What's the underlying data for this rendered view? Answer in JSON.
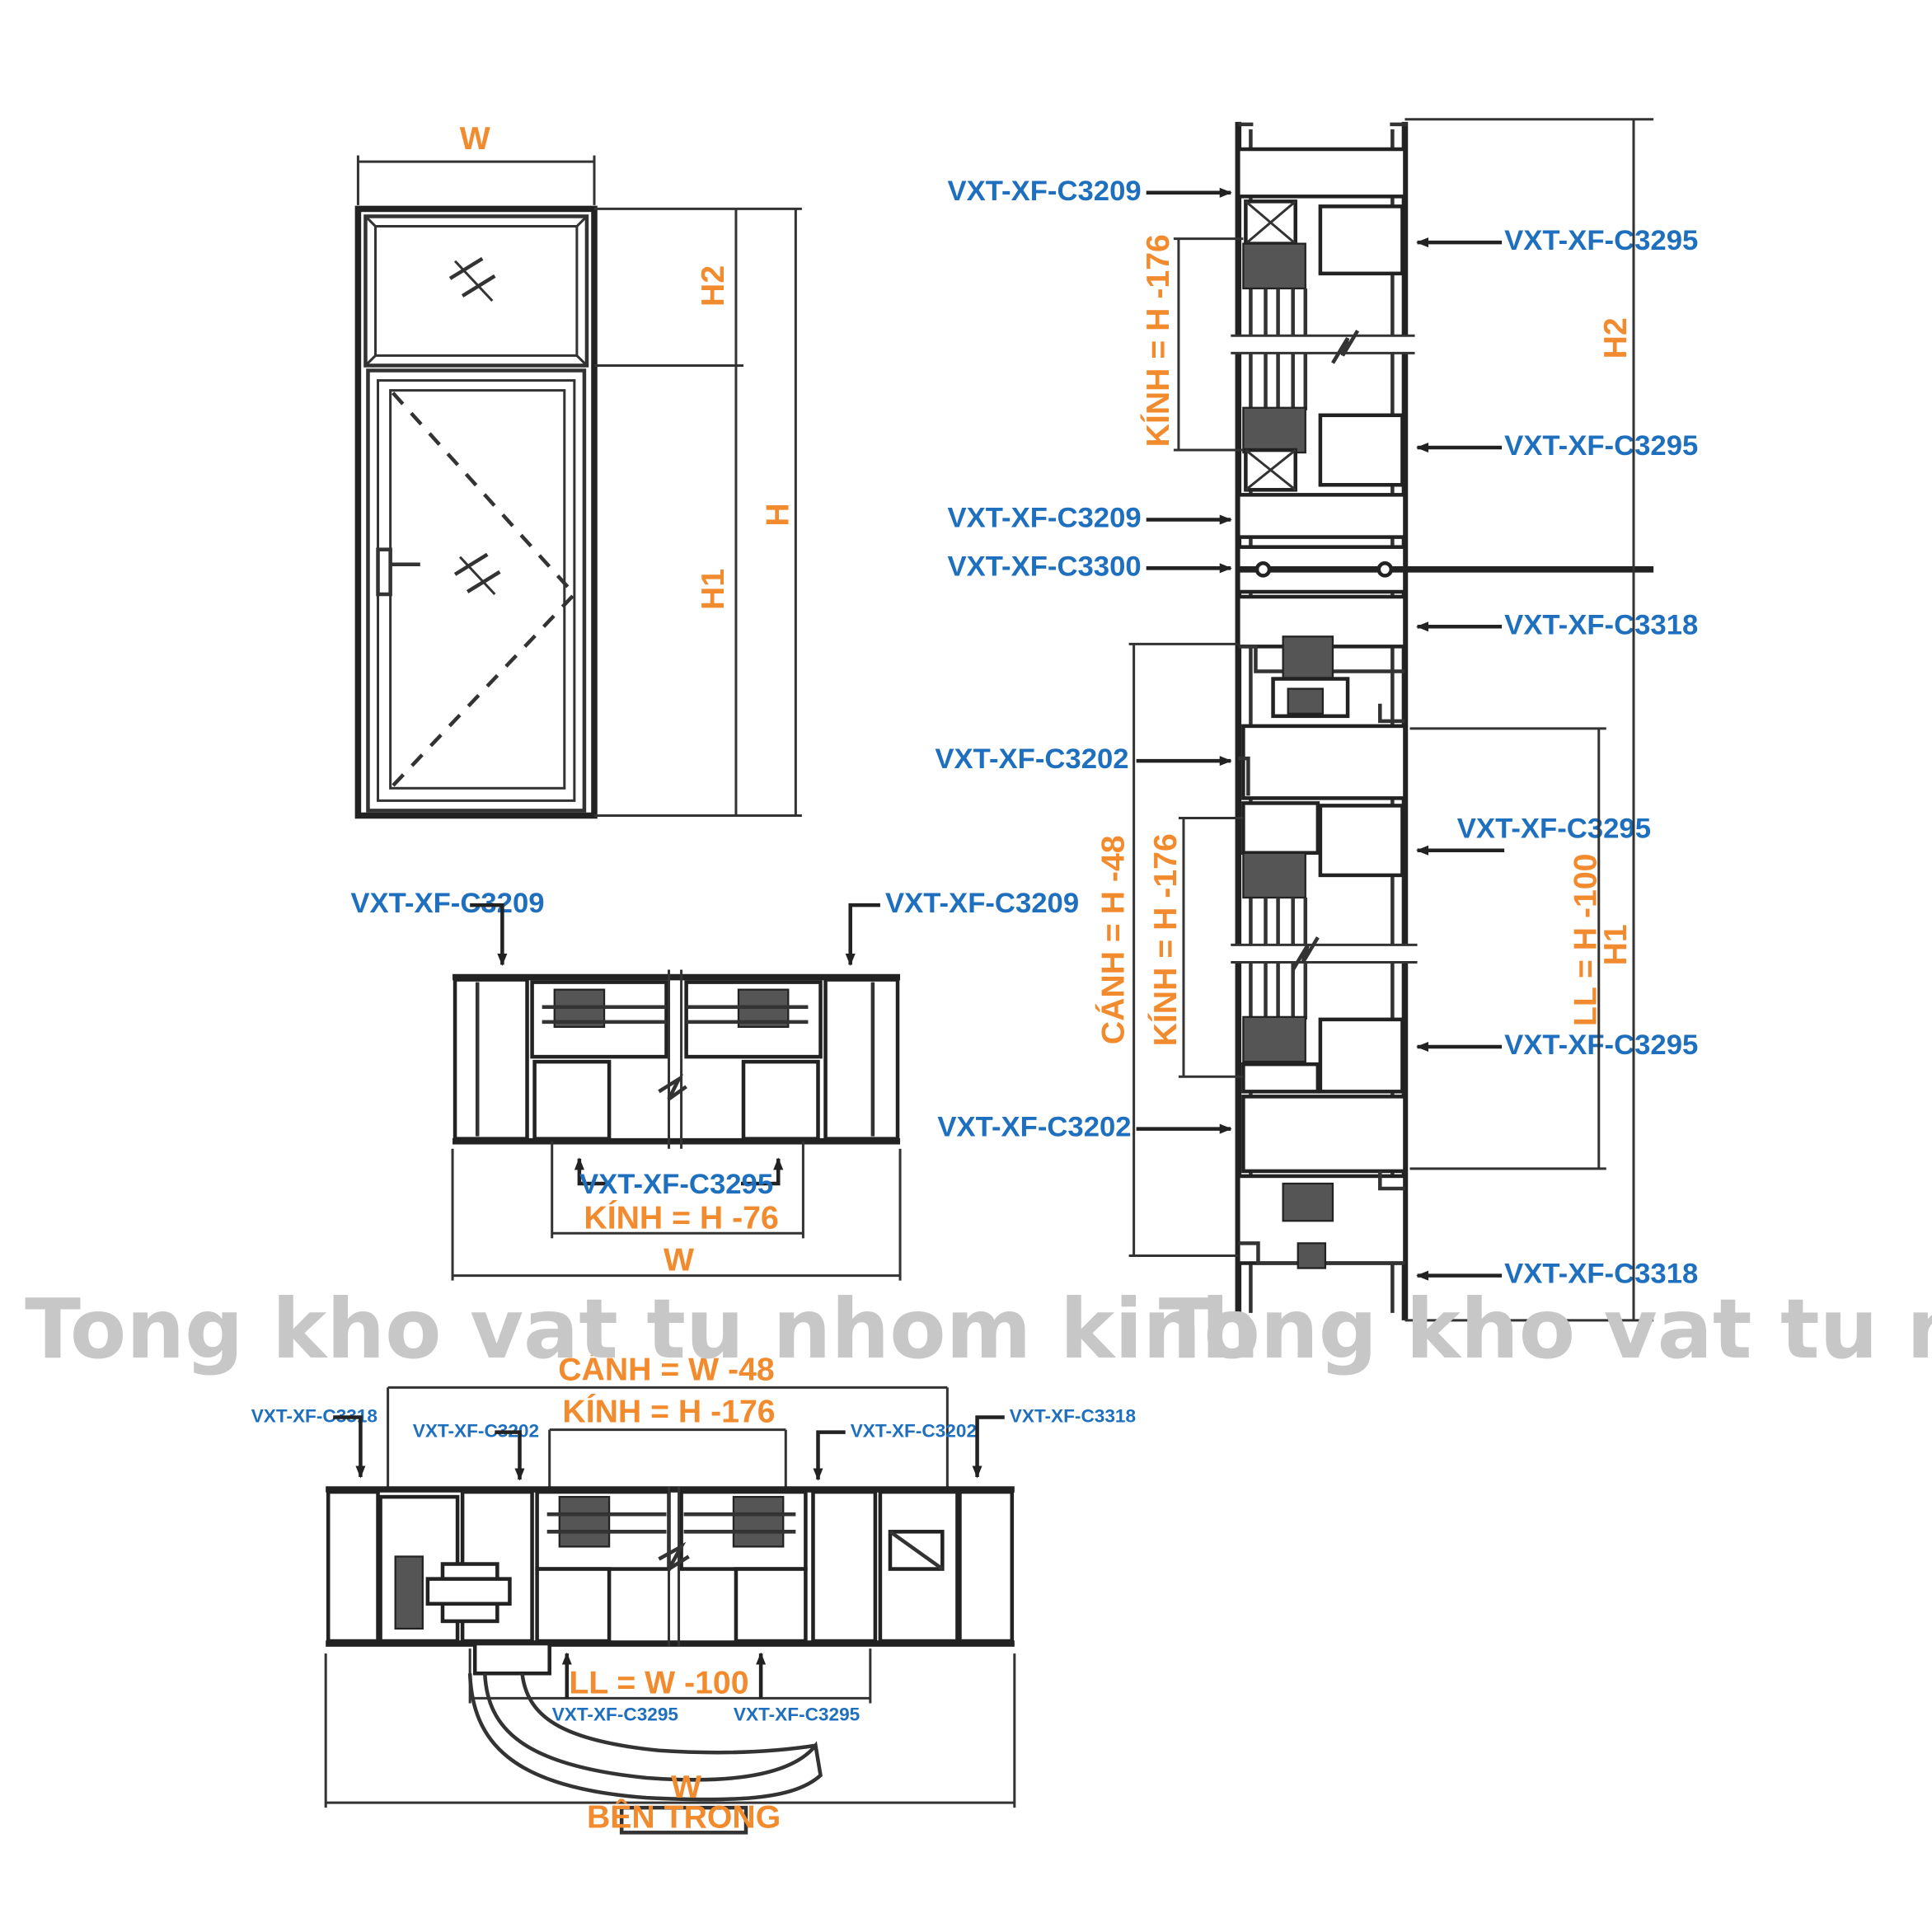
{
  "elevation": {
    "width_label": "W",
    "h2_label": "H2",
    "h1_label": "H1",
    "h_label": "H"
  },
  "head_section": {
    "code_left": "VXT-XF-C3209",
    "code_right": "VXT-XF-C3209",
    "code_bottom": "VXT-XF-C3295",
    "glass_label": "KÍNH = H -76",
    "width_label": "W"
  },
  "vertical_section": {
    "code_top_frame": "VXT-XF-C3209",
    "code_upper_bead_1": "VXT-XF-C3295",
    "code_upper_bead_2": "VXT-XF-C3295",
    "code_mid_frame": "VXT-XF-C3209",
    "code_transom": "VXT-XF-C3300",
    "code_sash_top": "VXT-XF-C3318",
    "code_sash_frame_1": "VXT-XF-C3202",
    "code_lower_bead_1": "VXT-XF-C3295",
    "code_lower_bead_2": "VXT-XF-C3295",
    "code_sash_frame_2": "VXT-XF-C3202",
    "code_sash_bottom": "VXT-XF-C3318",
    "upper_glass_label": "KÍNH = H -176",
    "h2_label": "H2",
    "sash_label": "CÁNH = H -48",
    "lower_glass_label": "KÍNH = H -176",
    "ll_label": "LL = H -100",
    "h1_label": "H1"
  },
  "plan_section": {
    "sash_label": "CÁNH = W -48",
    "glass_label": "KÍNH = H -176",
    "code_outer_left": "VXT-XF-C3318",
    "code_inner_left": "VXT-XF-C3202",
    "code_inner_right": "VXT-XF-C3202",
    "code_outer_right": "VXT-XF-C3318",
    "ll_label": "LL = W -100",
    "code_bead_left": "VXT-XF-C3295",
    "code_bead_right": "VXT-XF-C3295",
    "width_label": "W",
    "inside_label": "BÊN TRONG"
  },
  "watermark": {
    "left": "Tong kho vat tu nhom kinh",
    "right": "Tong kho vat tu nhom kinh"
  }
}
